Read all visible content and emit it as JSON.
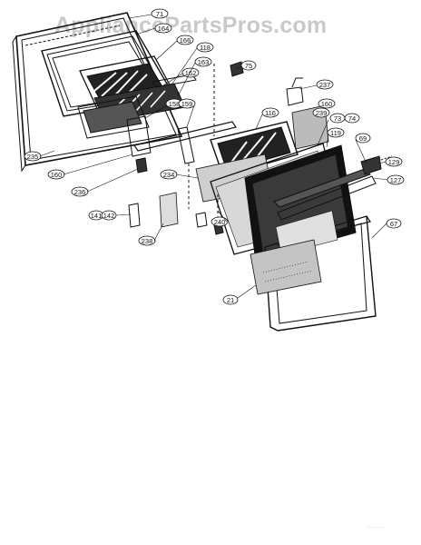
{
  "watermark": "AppliancePartsPros.com",
  "callouts": [
    {
      "label": "71"
    },
    {
      "label": "164"
    },
    {
      "label": "166"
    },
    {
      "label": "118"
    },
    {
      "label": "163"
    },
    {
      "label": "162"
    },
    {
      "label": "75"
    },
    {
      "label": "237"
    },
    {
      "label": "158"
    },
    {
      "label": "159"
    },
    {
      "label": "116"
    },
    {
      "label": "160"
    },
    {
      "label": "239"
    },
    {
      "label": "73"
    },
    {
      "label": "74"
    },
    {
      "label": "119"
    },
    {
      "label": "69"
    },
    {
      "label": "235"
    },
    {
      "label": "160"
    },
    {
      "label": "234"
    },
    {
      "label": "129"
    },
    {
      "label": "127"
    },
    {
      "label": "236"
    },
    {
      "label": "141"
    },
    {
      "label": "142"
    },
    {
      "label": "240"
    },
    {
      "label": "67"
    },
    {
      "label": "238"
    },
    {
      "label": "21"
    }
  ]
}
